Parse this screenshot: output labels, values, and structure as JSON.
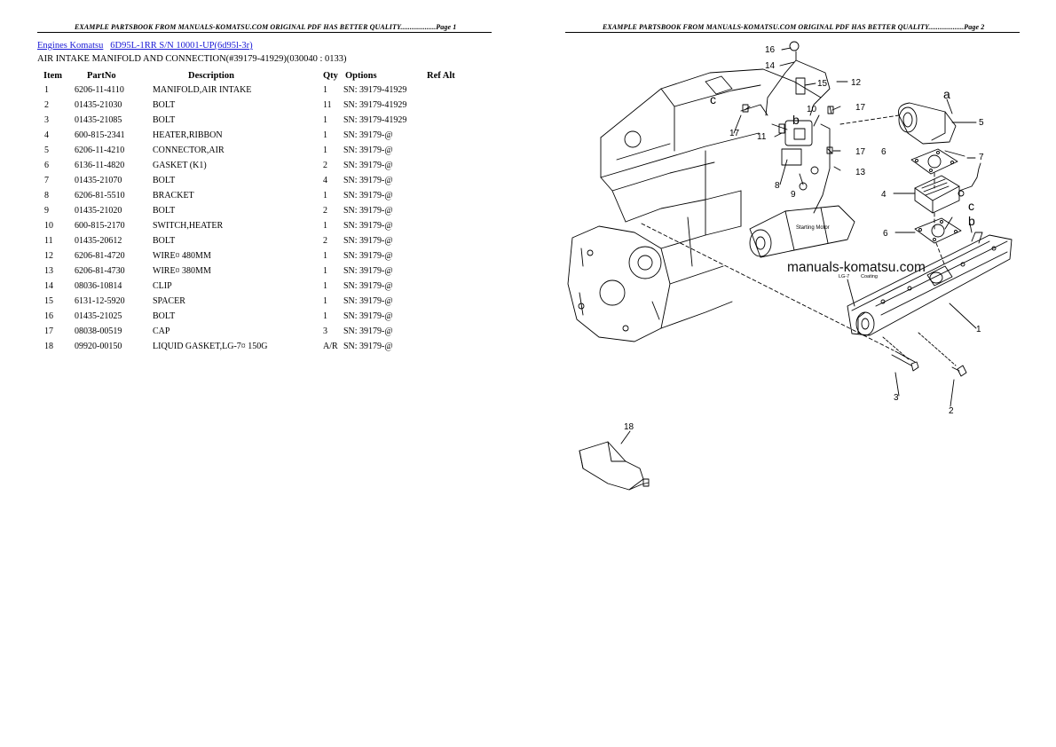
{
  "page1": {
    "header": "EXAMPLE PARTSBOOK FROM MANUALS-KOMATSU.COM ORIGINAL PDF HAS BETTER QUALITY...................Page 1",
    "breadcrumb": {
      "link1": "Engines Komatsu",
      "link2": "6D95L-1RR S/N 10001-UP(6d95l-3r)"
    },
    "subtitle": "AIR INTAKE MANIFOLD AND CONNECTION(#39179-41929)(030040 : 0133)",
    "columns": [
      "Item",
      "PartNo",
      "Description",
      "Qty",
      "Options",
      "Ref Alt"
    ],
    "rows": [
      {
        "item": "1",
        "partno": "6206-11-4110",
        "description": "MANIFOLD,AIR INTAKE",
        "qty": "1",
        "options": "SN: 39179-41929"
      },
      {
        "item": "2",
        "partno": "01435-21030",
        "description": "BOLT",
        "qty": "11",
        "options": "SN: 39179-41929"
      },
      {
        "item": "3",
        "partno": "01435-21085",
        "description": "BOLT",
        "qty": "1",
        "options": "SN: 39179-41929"
      },
      {
        "item": "4",
        "partno": "600-815-2341",
        "description": "HEATER,RIBBON",
        "qty": "1",
        "options": "SN: 39179-@"
      },
      {
        "item": "5",
        "partno": "6206-11-4210",
        "description": "CONNECTOR,AIR",
        "qty": "1",
        "options": "SN: 39179-@"
      },
      {
        "item": "6",
        "partno": "6136-11-4820",
        "description": "GASKET (K1)",
        "qty": "2",
        "options": "SN: 39179-@"
      },
      {
        "item": "7",
        "partno": "01435-21070",
        "description": "BOLT",
        "qty": "4",
        "options": "SN: 39179-@"
      },
      {
        "item": "8",
        "partno": "6206-81-5510",
        "description": "BRACKET",
        "qty": "1",
        "options": "SN: 39179-@"
      },
      {
        "item": "9",
        "partno": "01435-21020",
        "description": "BOLT",
        "qty": "2",
        "options": "SN: 39179-@"
      },
      {
        "item": "10",
        "partno": "600-815-2170",
        "description": "SWITCH,HEATER",
        "qty": "1",
        "options": "SN: 39179-@"
      },
      {
        "item": "11",
        "partno": "01435-20612",
        "description": "BOLT",
        "qty": "2",
        "options": "SN: 39179-@"
      },
      {
        "item": "12",
        "partno": "6206-81-4720",
        "description": "WIRE¤ 480MM",
        "qty": "1",
        "options": "SN: 39179-@"
      },
      {
        "item": "13",
        "partno": "6206-81-4730",
        "description": "WIRE¤ 380MM",
        "qty": "1",
        "options": "SN: 39179-@"
      },
      {
        "item": "14",
        "partno": "08036-10814",
        "description": "CLIP",
        "qty": "1",
        "options": "SN: 39179-@"
      },
      {
        "item": "15",
        "partno": "6131-12-5920",
        "description": "SPACER",
        "qty": "1",
        "options": "SN: 39179-@"
      },
      {
        "item": "16",
        "partno": "01435-21025",
        "description": "BOLT",
        "qty": "1",
        "options": "SN: 39179-@"
      },
      {
        "item": "17",
        "partno": "08038-00519",
        "description": "CAP",
        "qty": "3",
        "options": "SN: 39179-@"
      },
      {
        "item": "18",
        "partno": "09920-00150",
        "description": "LIQUID GASKET,LG-7¤ 150G",
        "qty": "A/R",
        "options": "SN: 39179-@"
      }
    ]
  },
  "page2": {
    "header": "EXAMPLE PARTSBOOK FROM MANUALS-KOMATSU.COM ORIGINAL PDF HAS BETTER QUALITY...................Page 2",
    "watermark": "manuals-komatsu.com",
    "callouts": {
      "n1": "1",
      "n2": "2",
      "n3": "3",
      "n4": "4",
      "n5": "5",
      "n6": "6",
      "n7": "7",
      "n8": "8",
      "n9": "9",
      "n10": "10",
      "n11": "11",
      "n12": "12",
      "n13": "13",
      "n14": "14",
      "n15": "15",
      "n16": "16",
      "n17": "17",
      "n18": "18",
      "a": "a",
      "b": "b",
      "c": "c"
    },
    "diagram_labels": {
      "starting_motor": "Starting Motor",
      "lg7_coating": "LG-7",
      "coating": "Coating"
    }
  }
}
